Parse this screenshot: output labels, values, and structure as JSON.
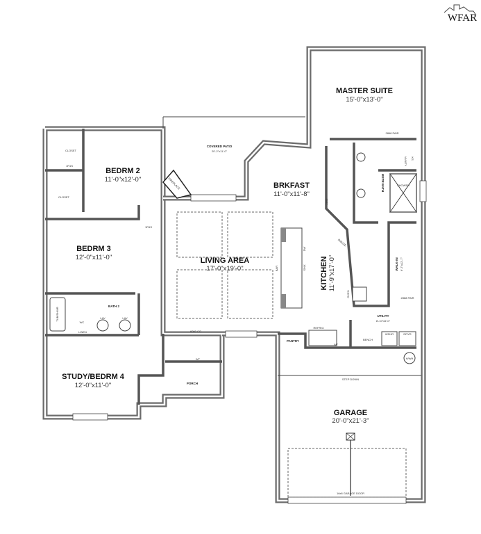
{
  "logo": {
    "text": "WFAR"
  },
  "rooms": {
    "master_suite": {
      "name": "MASTER SUITE",
      "dims": "15'-0\"x13'-0\""
    },
    "bedrm2": {
      "name": "BEDRM 2",
      "dims": "11'-0\"x12'-0\""
    },
    "bedrm3": {
      "name": "BEDRM 3",
      "dims": "12'-0\"x11'-0\""
    },
    "bath2": {
      "name": "BATH 2"
    },
    "study": {
      "name": "STUDY/BEDRM 4",
      "dims": "12'-0\"x11'-0\""
    },
    "covered_patio": {
      "name": "COVERED PATIO",
      "dims": "20'-2\"x11'-0\""
    },
    "brkfast": {
      "name": "BRKFAST",
      "dims": "11'-0\"x11'-8\""
    },
    "living": {
      "name": "LIVING AREA",
      "dims": "17'-0\"x19'-0\""
    },
    "kitchen": {
      "name": "KITCHEN",
      "dims": "11'-9\"x17'-0\""
    },
    "walkin": {
      "name": "WALK-IN",
      "dims": "6'-7\"x12'-7\""
    },
    "utility": {
      "name": "UTILITY",
      "dims": "8'-10\"x6'-0\""
    },
    "garage": {
      "name": "GARAGE",
      "dims": "20'-0\"x21'-3\""
    },
    "porch": {
      "name": "PORCH"
    },
    "pantry": {
      "name": "PANTRY"
    },
    "mstr_bath": {
      "name": "MSTR BATH"
    }
  },
  "labels": {
    "closet": "CLOSET",
    "shelf": "1R1S",
    "fireplace": "FIREPLACE",
    "bar": "BAR",
    "sink": "SINK",
    "dw": "DW",
    "refrig": "REFRIG",
    "bench": "BENCH",
    "wshr": "WSHR",
    "dryr": "DRYR",
    "hwh": "H/WH",
    "wt": "WT",
    "linen": "LINEN",
    "wc": "WC",
    "lav": "LAV",
    "tub": "TUB/SHWR",
    "step_down": "STEP DOWN",
    "garage_door": "16x8 GARAGE DOOR",
    "patio_door": "6080 CO",
    "pair_door": "2868 PAIR",
    "door": "2868",
    "range": "RANGE",
    "oven": "OVEN",
    "vanity": "VANITY",
    "shower": "SHOWER",
    "ks": "KS"
  }
}
